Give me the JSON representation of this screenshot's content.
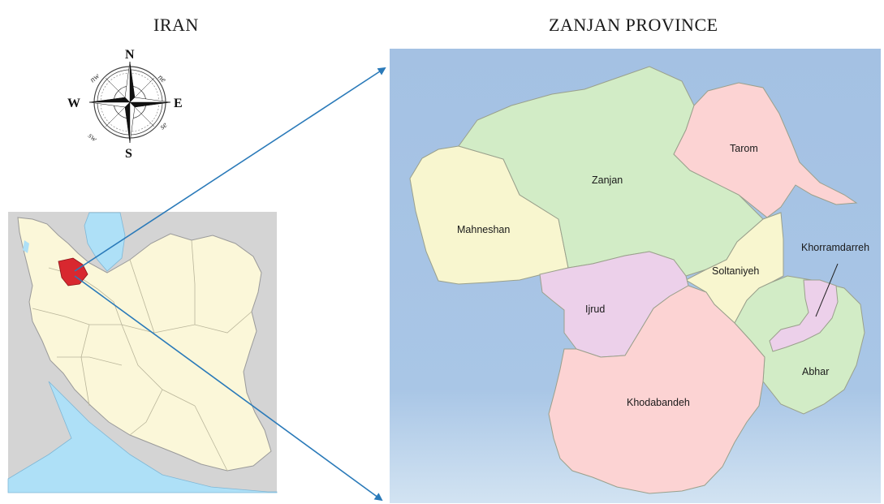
{
  "titles": {
    "left": "IRAN",
    "right": "ZANJAN PROVINCE"
  },
  "compass": {
    "n": "N",
    "s": "S",
    "e": "E",
    "w": "W",
    "ne": "ne",
    "nw": "nw",
    "se": "se",
    "sw": "sw"
  },
  "districts": {
    "zanjan": "Zanjan",
    "tarom": "Tarom",
    "mahneshan": "Mahneshan",
    "soltaniyeh": "Soltaniyeh",
    "khorramdarreh": "Khorramdarreh",
    "ijrud": "Ijrud",
    "abhar": "Abhar",
    "khodabandeh": "Khodabandeh"
  },
  "colors": {
    "sea": "#a6c3e4",
    "highlight": "#d8282f",
    "arrow": "#2a7ab9",
    "green": "#d2ecc6",
    "pink": "#fcd3d3",
    "yellow": "#f8f6cf",
    "purple": "#ecd0ea",
    "iran_land": "#fbf7d9"
  }
}
